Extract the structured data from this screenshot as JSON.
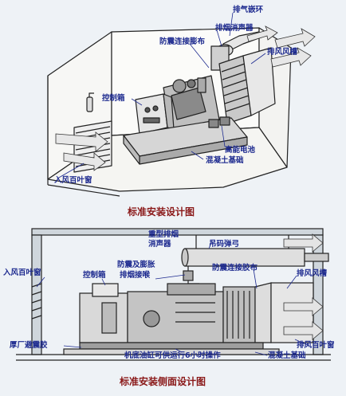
{
  "top_diagram": {
    "caption": "标准安装设计图",
    "labels": {
      "exhaust_bellows": "排气嵌环",
      "exhaust_muffler": "排烟消声器",
      "anti_vibration_cloth": "防震连接膨布",
      "exhaust_duct": "排风风槽",
      "control_box": "控制箱",
      "battery": "高能电池",
      "concrete_base": "混凝土基础",
      "intake_louver": "入风百叶窗"
    }
  },
  "side_diagram": {
    "caption": "标准安装侧面设计图",
    "labels": {
      "heavy_muffler_line1": "重型排烟",
      "heavy_muffler_line2": "消声器",
      "hanger_spring": "吊码弹弓",
      "intake_louver": "入风百叶窗",
      "control_box": "控制箱",
      "anti_vib_expansion_line1": "防震及膨胀",
      "anti_vib_expansion_line2": "排烟接喉",
      "anti_vibration_cloth": "防震连接胶布",
      "exhaust_duct": "排风风槽",
      "anti_vibration_pad": "厚厂避震胶",
      "fuel_tank": "机底油缸可供运行6小时操作",
      "concrete_base": "混凝土基础",
      "exhaust_louver": "排风百叶窗"
    }
  }
}
